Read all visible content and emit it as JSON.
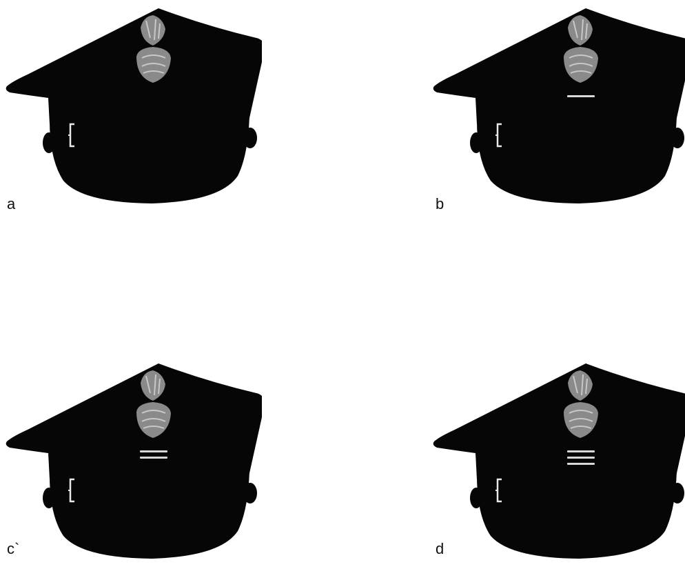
{
  "figure": {
    "panels": [
      {
        "label": "a",
        "stripe_count": 0
      },
      {
        "label": "b",
        "stripe_count": 1
      },
      {
        "label": "c`",
        "stripe_count": 2
      },
      {
        "label": "d",
        "stripe_count": 3
      }
    ]
  },
  "colors": {
    "cap": "#060606",
    "emblem": "#8a8a8a",
    "emblem_light": "#c8c8c8",
    "stripe": "#d8d8d8",
    "strap_mark": "#e8e8e8",
    "background": "#ffffff"
  }
}
